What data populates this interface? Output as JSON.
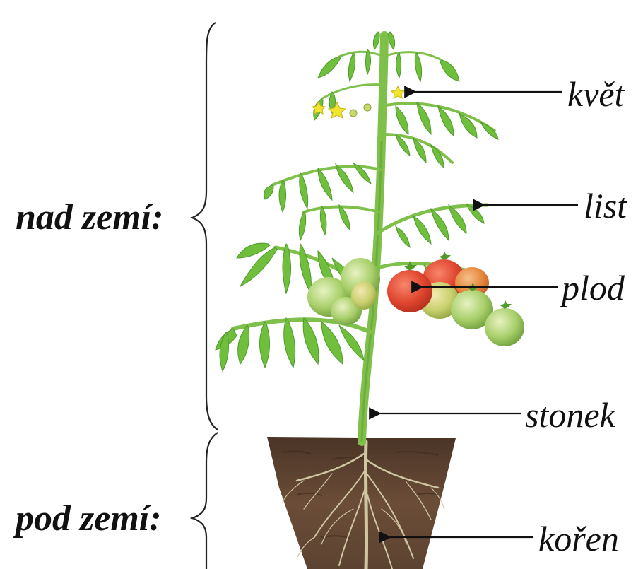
{
  "regions": {
    "above": "nad zemí:",
    "below": "pod zemí:"
  },
  "parts": {
    "flower": "květ",
    "leaf": "list",
    "fruit": "plod",
    "stem": "stonek",
    "root": "kořen"
  },
  "colors": {
    "leaf": "#6fbf3d",
    "leaf_dark": "#4e9a2a",
    "stem": "#7ec04a",
    "soil": "#5a4030",
    "soil_dark": "#3f2c20",
    "root": "#c9c09a",
    "flower": "#f2e530",
    "fruit_red": "#e0462f",
    "fruit_green": "#a8cf6a",
    "text": "#111111"
  }
}
